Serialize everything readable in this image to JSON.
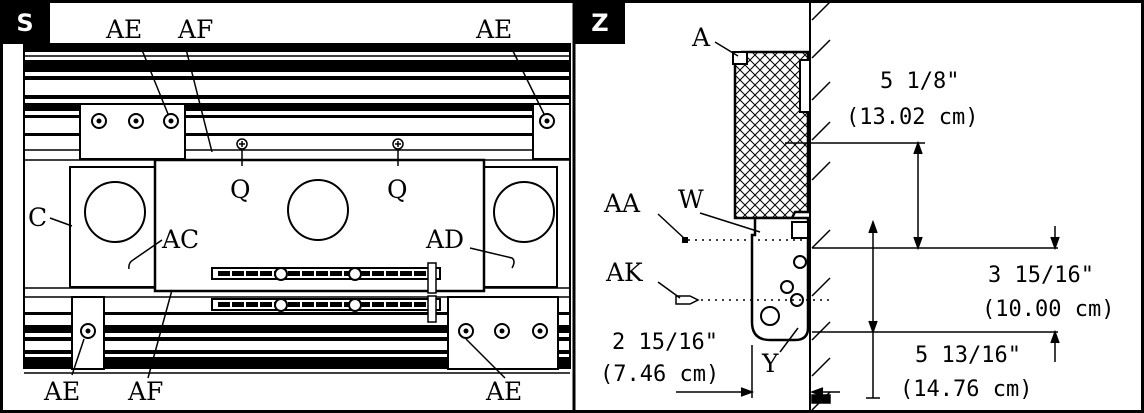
{
  "panel_s": {
    "tag": "S",
    "labels": {
      "ae_top_left": "AE",
      "af_top": "AF",
      "ae_top_right": "AE",
      "c": "C",
      "q_left": "Q",
      "q_right": "Q",
      "ac": "AC",
      "ad": "AD",
      "ae_bottom_left": "AE",
      "af_bottom": "AF",
      "ae_bottom_right": "AE"
    }
  },
  "panel_z": {
    "tag": "Z",
    "labels": {
      "a": "A",
      "aa": "AA",
      "w": "W",
      "ak": "AK",
      "y": "Y"
    },
    "dimensions": {
      "top_in": "5 1/8\"",
      "top_cm": "(13.02 cm)",
      "right_in": "3 15/16\"",
      "right_cm": "(10.00 cm)",
      "left_in": "2 15/16\"",
      "left_cm": "(7.46 cm)",
      "bottom_in": "5 13/16\"",
      "bottom_cm": "(14.76 cm)"
    }
  }
}
